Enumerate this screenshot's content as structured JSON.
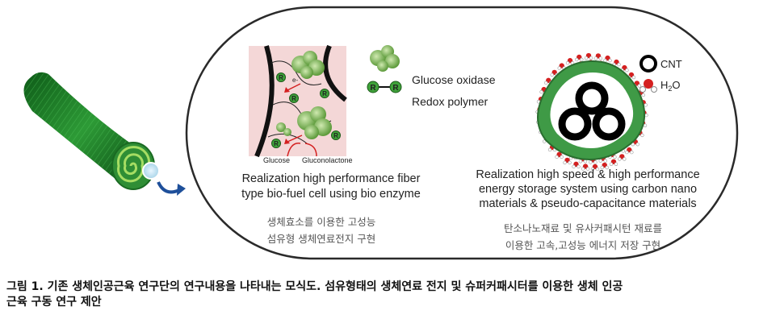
{
  "left_panel": {
    "legend_glucose_oxidase": "Glucose oxidase",
    "legend_redox_polymer": "Redox polymer",
    "redox_marker_letter": "R",
    "electron_label": "e-",
    "glucose_label": "Glucose",
    "gluconolactone_label": "Gluconolactone",
    "title_line1": "Realization high performance fiber",
    "title_line2": "type bio-fuel cell using bio enzyme",
    "ko_line1": "생체효소를 이용한 고성능",
    "ko_line2": "섬유형 생체연료전지 구현"
  },
  "right_panel": {
    "legend_cnt": "CNT",
    "legend_h2o": "H",
    "legend_h2o_sub": "2",
    "legend_h2o_tail": "O",
    "title_line1": "Realization high speed & high performance",
    "title_line2": "energy storage system using carbon nano",
    "title_line3": "materials & pseudo-capacitance materials",
    "ko_line1": "탄소나노재료 및 유사커패시턴 재료를",
    "ko_line2": "이용한 고속,고성능 에너지 저장 구현"
  },
  "caption": {
    "line1": "그림 1. 기존 생체인공근육 연구단의 연구내용을 나타내는 모식도. 섬유형태의 생체연료 전지 및 슈퍼커패시터를 이용한 생체 인공",
    "line2": "근육 구동 연구 제안"
  },
  "colors": {
    "fiber_green": "#1f8a2c",
    "cnt_green": "#3f9a46",
    "electron_red": "#d42020",
    "callout_blue": "#1e4f9a",
    "panel_pink": "#f4d7d7"
  }
}
